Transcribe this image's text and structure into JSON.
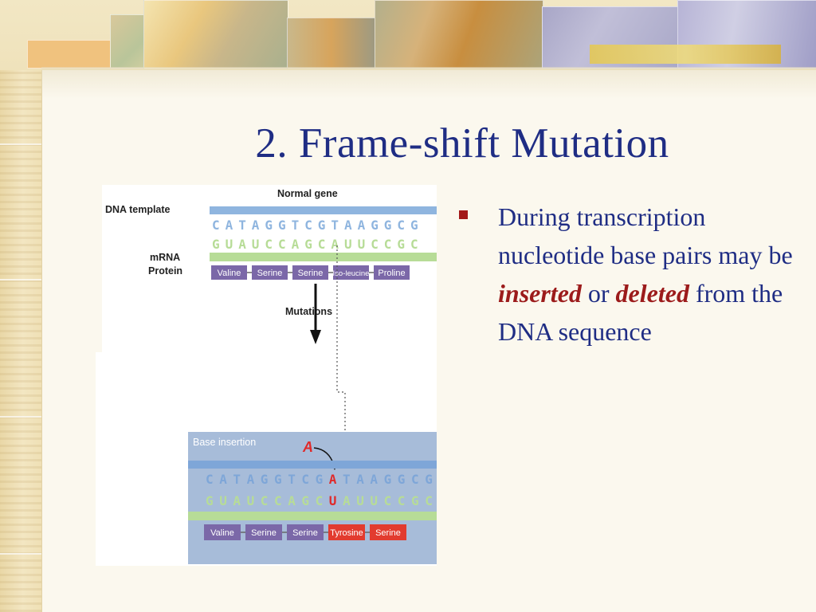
{
  "slide": {
    "title": "2.  Frame-shift Mutation",
    "bullet": {
      "part1": "During transcription nucleotide base pairs may be ",
      "emph1": "inserted",
      "part2": " or ",
      "emph2": "deleted",
      "part3": " from the DNA sequence"
    },
    "colors": {
      "title": "#1f2d84",
      "bullet_marker": "#a31919",
      "emphasis": "#9c1b1b"
    }
  },
  "figure": {
    "normal_gene_label": "Normal gene",
    "dna_template_label": "DNA template",
    "mrna_label": "mRNA",
    "protein_label": "Protein",
    "mutations_label": "Mutations",
    "base_insertion_label": "Base insertion",
    "inserted_base": "A",
    "dna_sequence": "CATAGGTCGTAAGGCG",
    "mrna_sequence": "GUAUCCAGCAUUCCGC",
    "normal_proteins": [
      "Valine",
      "Serine",
      "Serine",
      "Iso-leucine",
      "Proline"
    ],
    "mutant_dna": [
      "C",
      "A",
      "T",
      "A",
      "G",
      "G",
      "T",
      "C",
      "G",
      "A",
      "T",
      "A",
      "A",
      "G",
      "G",
      "C",
      "G"
    ],
    "mutant_mrna": [
      "G",
      "U",
      "A",
      "U",
      "C",
      "C",
      "A",
      "G",
      "C",
      "U",
      "A",
      "U",
      "U",
      "C",
      "C",
      "G",
      "C"
    ],
    "mutant_highlight_index": 9,
    "mutant_proteins": [
      "Valine",
      "Serine",
      "Serine",
      "Tyrosine",
      "Serine"
    ],
    "mutant_protein_colors": [
      "#7b68a8",
      "#7b68a8",
      "#7b68a8",
      "#e23b2f",
      "#e23b2f"
    ]
  }
}
